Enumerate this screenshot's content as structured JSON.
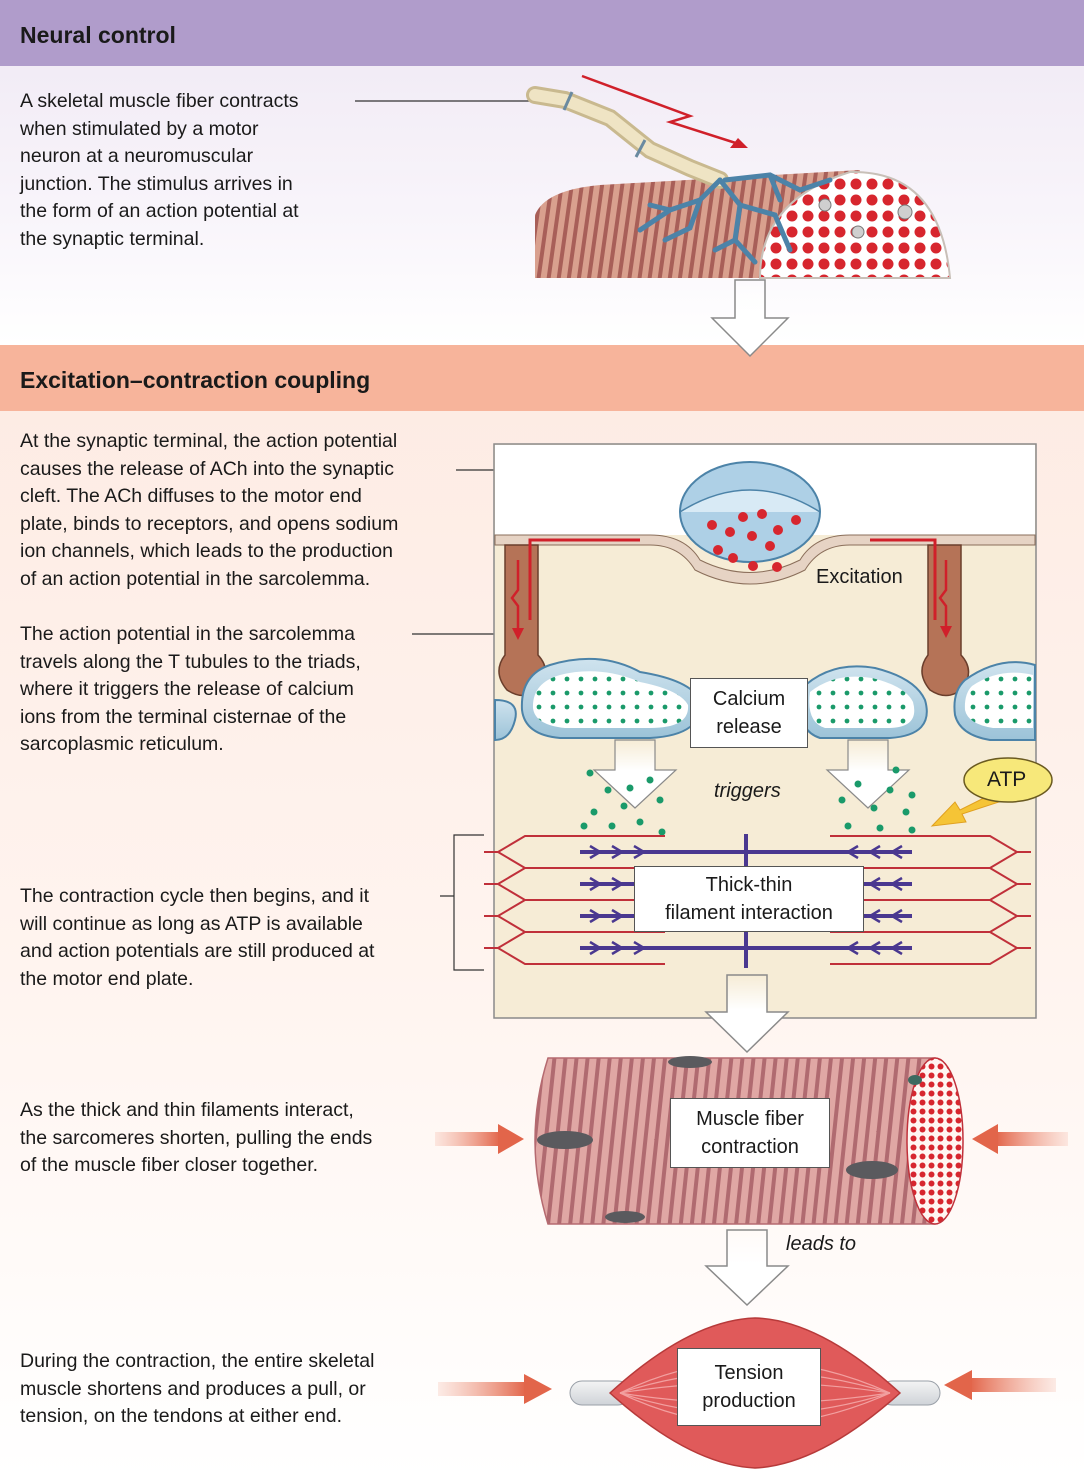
{
  "sections": {
    "neural_title": "Neural control",
    "ecc_title": "Excitation–contraction coupling"
  },
  "paragraphs": {
    "p1": "A skeletal muscle fiber contracts\nwhen stimulated by a motor\nneuron at a neuromuscular\njunction. The stimulus arrives in\nthe form of an action potential at\nthe synaptic terminal.",
    "p2": "At the synaptic terminal, the action potential\ncauses the release of ACh into the synaptic\ncleft. The ACh diffuses to the motor end\nplate, binds to receptors, and opens sodium\nion channels, which leads to the production\nof an action potential in the sarcolemma.",
    "p3": "The action potential in the sarcolemma\ntravels along the T tubules to the triads,\nwhere it triggers the release of calcium\nions from the terminal cisternae of the\nsarcoplasmic reticulum.",
    "p4": "The contraction cycle then begins, and it\nwill continue as long as ATP is available\nand action potentials are still produced at\nthe motor end plate.",
    "p5": "As the thick and thin filaments interact,\nthe sarcomeres shorten, pulling the ends\nof the muscle fiber closer together.",
    "p6": "During the contraction, the entire skeletal\nmuscle shortens and produces a pull, or\ntension, on the tendons at either end."
  },
  "labels": {
    "excitation": "Excitation",
    "calcium_release": "Calcium\nrelease",
    "triggers": "triggers",
    "atp": "ATP",
    "thick_thin": "Thick-thin\nfilament interaction",
    "fiber_contraction": "Muscle fiber\ncontraction",
    "leads_to": "leads to",
    "tension_production": "Tension\nproduction"
  },
  "colors": {
    "neural_header": "#b09ccb",
    "coupling_header": "#f7b49b",
    "action_potential": "#d0202a",
    "myosin": "#4a3890",
    "actin": "#c0303a",
    "calcium": "#1a9a6a",
    "atp": "#f5e070"
  }
}
